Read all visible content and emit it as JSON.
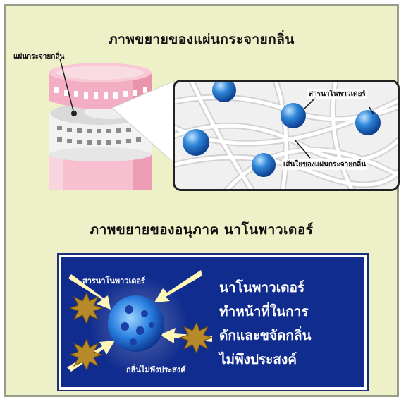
{
  "title_top": "ภาพขยายของแผ่นกระจายกลิ่น",
  "label_diffuser_pad": "แผ่นกระจายกลิ่น",
  "zoom_label_nano": "สารนาโนพาวเดอร์",
  "zoom_label_fiber": "เส้นใยของแผ่นกระจายกลิ่น",
  "title_mid": "ภาพขยายของอนุภาค นาโนพาวเดอร์",
  "panel_label_nano": "สารนาโนพาวเดอร์",
  "panel_label_odor": "กลิ่นไม่พึงประสงค์",
  "panel_lines": [
    "นาโนพาวเดอร์",
    "ทำหน้าที่ในการ",
    "ดักและขจัดกลิ่น",
    "ไม่พึงประสงค์"
  ]
}
